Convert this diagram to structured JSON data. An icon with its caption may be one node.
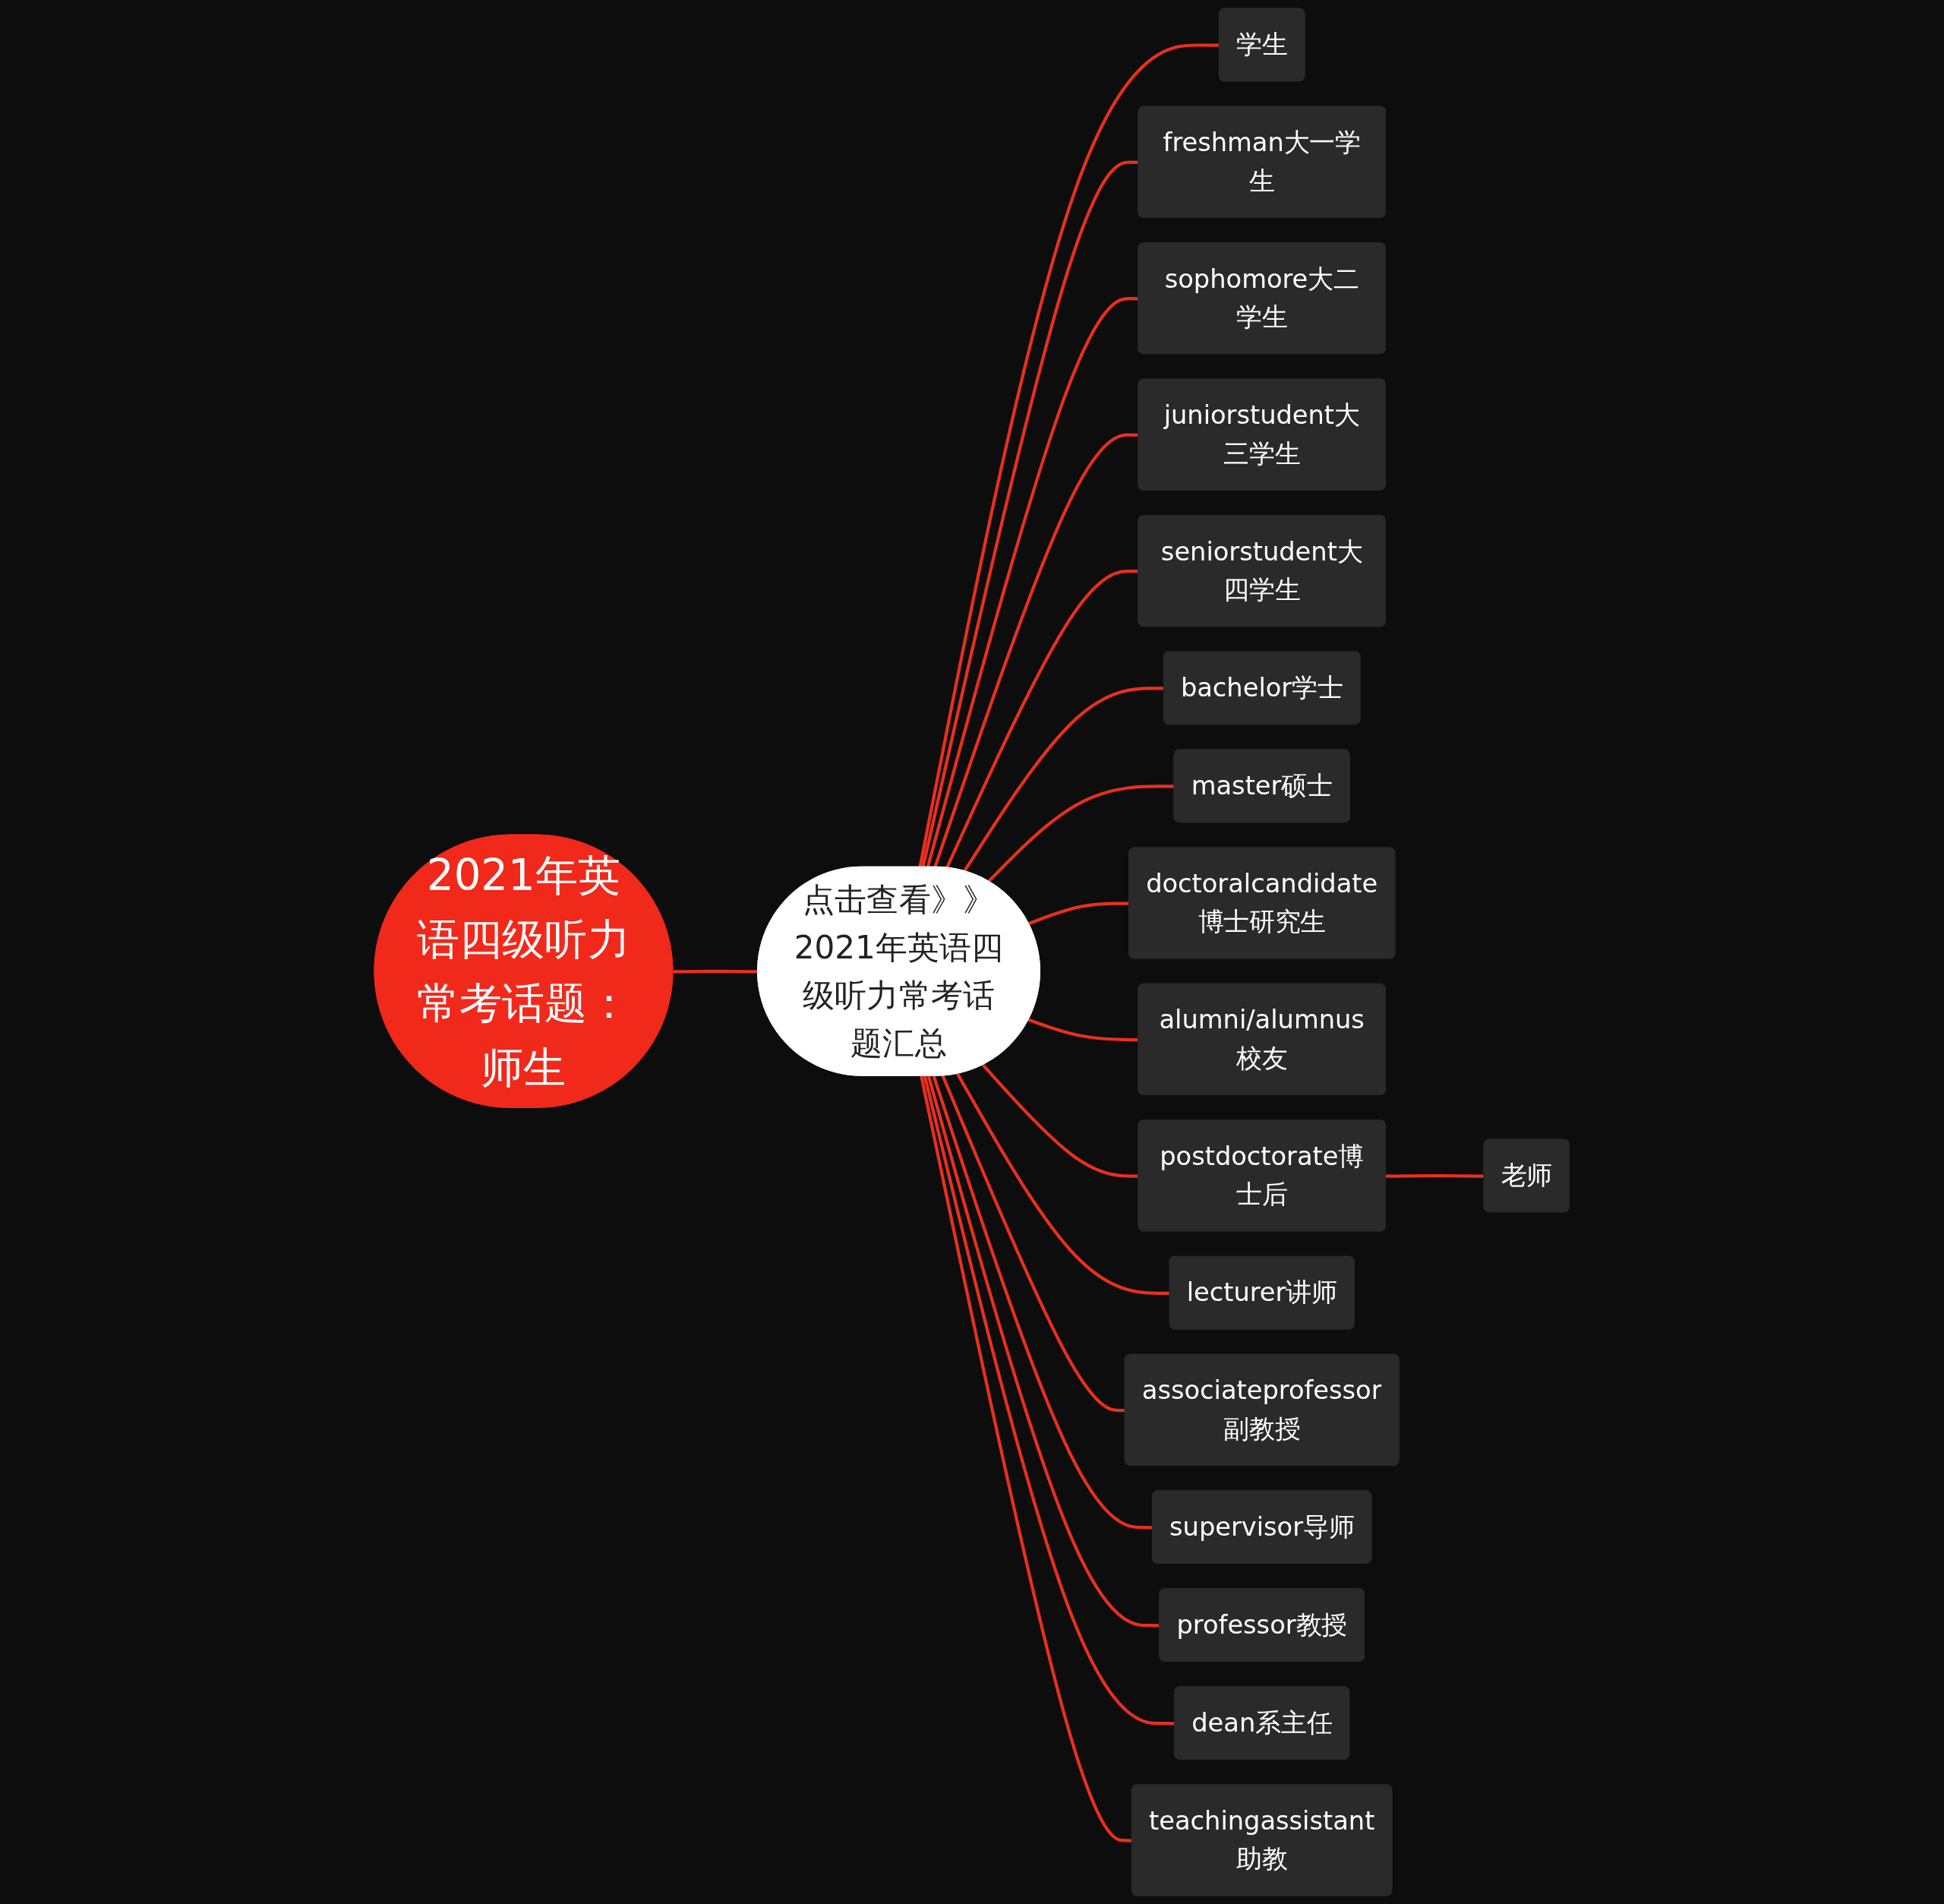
{
  "diagram": {
    "nodes": [
      {
        "text": [
          "2021年英语四级听力常考话题：师生"
        ]
      },
      {
        "text": [
          "点击查看》》2021年英语四级听力常考话题汇总"
        ]
      },
      {
        "text": [
          "学生"
        ]
      },
      {
        "text": [
          "freshman大一学生"
        ]
      },
      {
        "text": [
          "sophomore大二学生"
        ]
      },
      {
        "text": [
          "juniorstudent大三学生"
        ]
      },
      {
        "text": [
          "seniorstudent大四学生"
        ]
      },
      {
        "text": [
          "bachelor学士"
        ]
      },
      {
        "text": [
          "master硕士"
        ]
      },
      {
        "text": [
          "doctoralcandidate博士研究生"
        ]
      },
      {
        "text": [
          "alumni/alumnus校友"
        ]
      },
      {
        "text": [
          "postdoctorate博士后"
        ]
      },
      {
        "text": [
          "老师"
        ]
      },
      {
        "text": [
          "lecturer讲师"
        ]
      },
      {
        "text": [
          "associateprofessor副教授"
        ]
      },
      {
        "text": [
          "supervisor导师"
        ]
      },
      {
        "text": [
          "professor教授"
        ]
      },
      {
        "text": [
          "dean系主任"
        ]
      },
      {
        "text": [
          "teachingassistant助教"
        ]
      }
    ],
    "edges": [
      {
        "from": 0,
        "to": 1,
        "arrow": "none"
      },
      {
        "from": 1,
        "to": 2,
        "arrow": "none"
      },
      {
        "from": 1,
        "to": 3,
        "arrow": "none"
      },
      {
        "from": 1,
        "to": 4,
        "arrow": "none"
      },
      {
        "from": 1,
        "to": 5,
        "arrow": "none"
      },
      {
        "from": 1,
        "to": 6,
        "arrow": "none"
      },
      {
        "from": 1,
        "to": 7,
        "arrow": "none"
      },
      {
        "from": 1,
        "to": 8,
        "arrow": "none"
      },
      {
        "from": 1,
        "to": 9,
        "arrow": "none"
      },
      {
        "from": 1,
        "to": 10,
        "arrow": "none"
      },
      {
        "from": 1,
        "to": 11,
        "arrow": "none"
      },
      {
        "from": 11,
        "to": 12,
        "arrow": "none"
      },
      {
        "from": 1,
        "to": 13,
        "arrow": "none"
      },
      {
        "from": 1,
        "to": 14,
        "arrow": "none"
      },
      {
        "from": 1,
        "to": 15,
        "arrow": "none"
      },
      {
        "from": 1,
        "to": 16,
        "arrow": "none"
      },
      {
        "from": 1,
        "to": 17,
        "arrow": "none"
      },
      {
        "from": 1,
        "to": 18,
        "arrow": "none"
      }
    ]
  }
}
